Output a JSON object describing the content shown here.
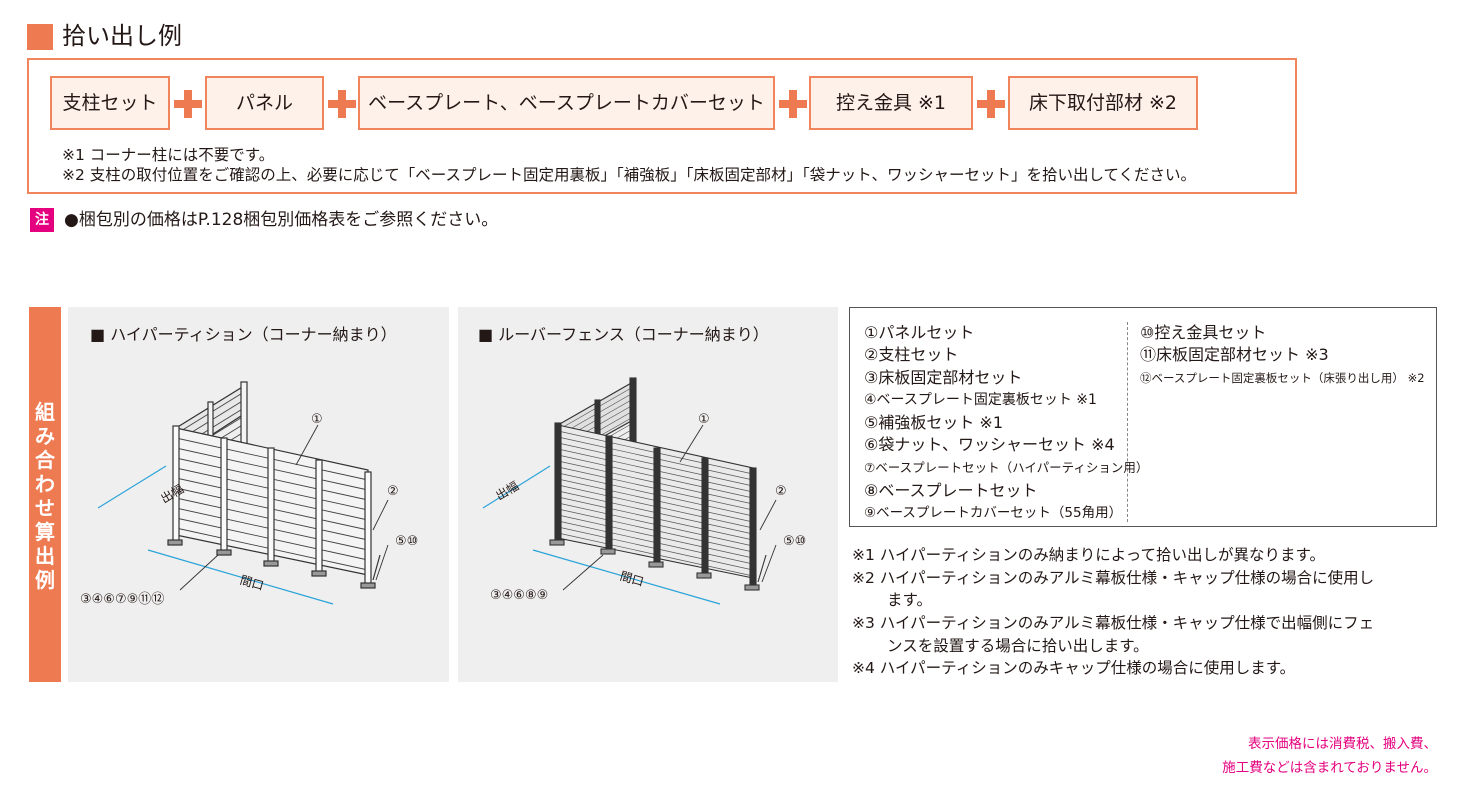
{
  "section_title": "拾い出し例",
  "pick_items": [
    "支柱セット",
    "パネル",
    "ベースプレート、ベースプレートカバーセット",
    "控え金具 ※1",
    "床下取付部材 ※2"
  ],
  "pick_notes": [
    "※1 コーナー柱には不要です。",
    "※2 支柱の取付位置をご確認の上、必要に応じて「ベースプレート固定用裏板」「補強板」「床板固定部材」「袋ナット、ワッシャーセット」を拾い出してください。"
  ],
  "caution_badge": "注",
  "caution_text": "●梱包別の価格はP.128梱包別価格表をご参照ください。",
  "side_label": "組み合わせ算出例",
  "diagram_left": {
    "title": "■ ハイパーティション（コーナー納まり）",
    "label_width": "出幅",
    "label_opening": "間口",
    "callout_1": "①",
    "callout_2": "②",
    "callout_510": "⑤⑩",
    "callout_bottom": "③④⑥⑦⑨⑪⑫"
  },
  "diagram_right": {
    "title": "■ ルーバーフェンス（コーナー納まり）",
    "label_width": "出幅",
    "label_opening": "間口",
    "callout_1": "①",
    "callout_2": "②",
    "callout_510": "⑤⑩",
    "callout_bottom": "③④⑥⑧⑨"
  },
  "legend_left": [
    "①パネルセット",
    "②支柱セット",
    "③床板固定部材セット",
    "④ベースプレート固定裏板セット ※1",
    "⑤補強板セット ※1",
    "⑥袋ナット、ワッシャーセット ※4",
    "⑦ベースプレートセット（ハイパーティション用）",
    "⑧ベースプレートセット",
    "⑨ベースプレートカバーセット（55角用）"
  ],
  "legend_right": [
    "⑩控え金具セット",
    "⑪床板固定部材セット ※3",
    "⑫ベースプレート固定裏板セット（床張り出し用） ※2"
  ],
  "footnotes": [
    "※1 ハイパーティションのみ納まりによって拾い出しが異なります。",
    "※2 ハイパーティションのみアルミ幕板仕様・キャップ仕様の場合に使用し",
    "ます。",
    "※3 ハイパーティションのみアルミ幕板仕様・キャップ仕様で出幅側にフェ",
    "ンスを設置する場合に拾い出します。",
    "※4 ハイパーティションのみキャップ仕様の場合に使用します。"
  ],
  "price_note": [
    "表示価格には消費税、搬入費、",
    "施工費などは含まれておりません。"
  ],
  "colors": {
    "accent": "#ee7a52",
    "box_fill": "#fdf1ea",
    "caution": "#e4007f",
    "panel_bg": "#efefef"
  }
}
